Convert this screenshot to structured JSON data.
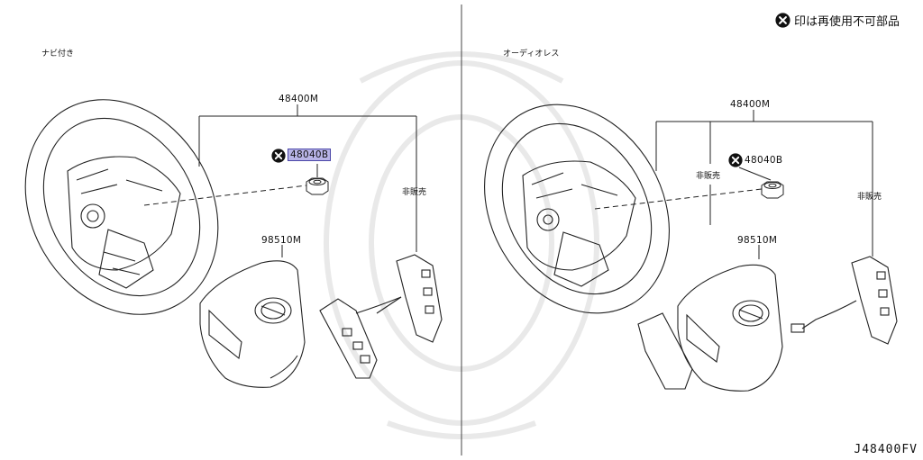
{
  "notice": {
    "text": "印は再使用不可部品",
    "icon": "cross-circle-icon"
  },
  "drawing_code": "J48400FV",
  "left_panel": {
    "variant_label": "ナビ付き",
    "assembly_part": "48400M",
    "bolt_part": "48040B",
    "airbag_part": "98510M",
    "not_sold_label": "非販売",
    "bolt_selected": true
  },
  "right_panel": {
    "variant_label": "オーディオレス",
    "assembly_part": "48400M",
    "bolt_part": "48040B",
    "airbag_part": "98510M",
    "not_sold_label_1": "非販売",
    "not_sold_label_2": "非販売"
  },
  "colors": {
    "line": "#222222",
    "highlight": "#b8b4e6",
    "highlight_border": "#4a46a8",
    "watermark": "#e9e9e9"
  }
}
